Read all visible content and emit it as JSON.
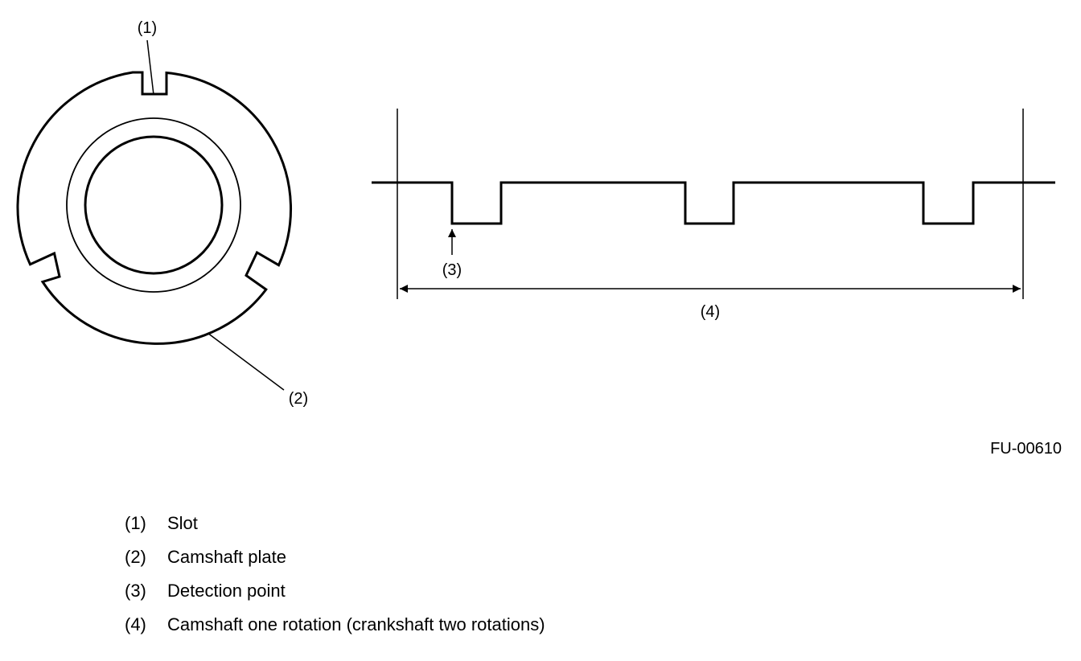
{
  "figure_id": "FU-00610",
  "callouts": {
    "slot": "(1)",
    "camshaft_plate": "(2)",
    "detection_point": "(3)",
    "one_rotation": "(4)"
  },
  "legend": [
    {
      "num": "(1)",
      "text": "Slot"
    },
    {
      "num": "(2)",
      "text": "Camshaft plate"
    },
    {
      "num": "(3)",
      "text": "Detection point"
    },
    {
      "num": "(4)",
      "text": "Camshaft one rotation (crankshaft two rotations)"
    }
  ],
  "colors": {
    "line": "#000000",
    "background": "#ffffff"
  }
}
